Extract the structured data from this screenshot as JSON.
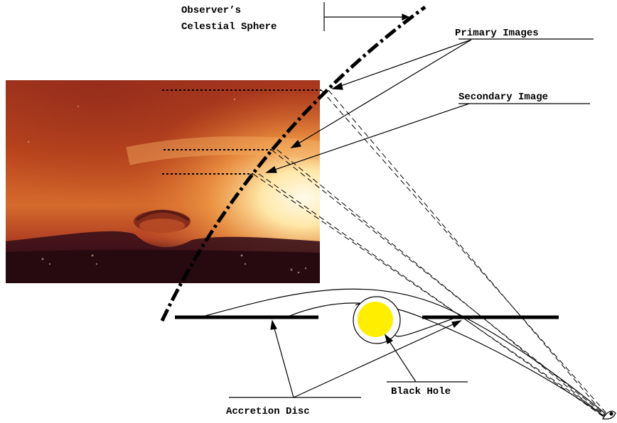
{
  "labels": {
    "celestial_line1": "Observer’s",
    "celestial_line2": "Celestial Sphere",
    "primary_images": "Primary Images",
    "secondary_image": "Secondary Image",
    "black_hole": "Black Hole",
    "accretion_disc": "Accretion Disc"
  },
  "colors": {
    "black_hole_fill": "#ffee00",
    "image_dark": "#2a0e12",
    "image_mid": "#c8561f",
    "image_bright": "#fff6dc"
  }
}
